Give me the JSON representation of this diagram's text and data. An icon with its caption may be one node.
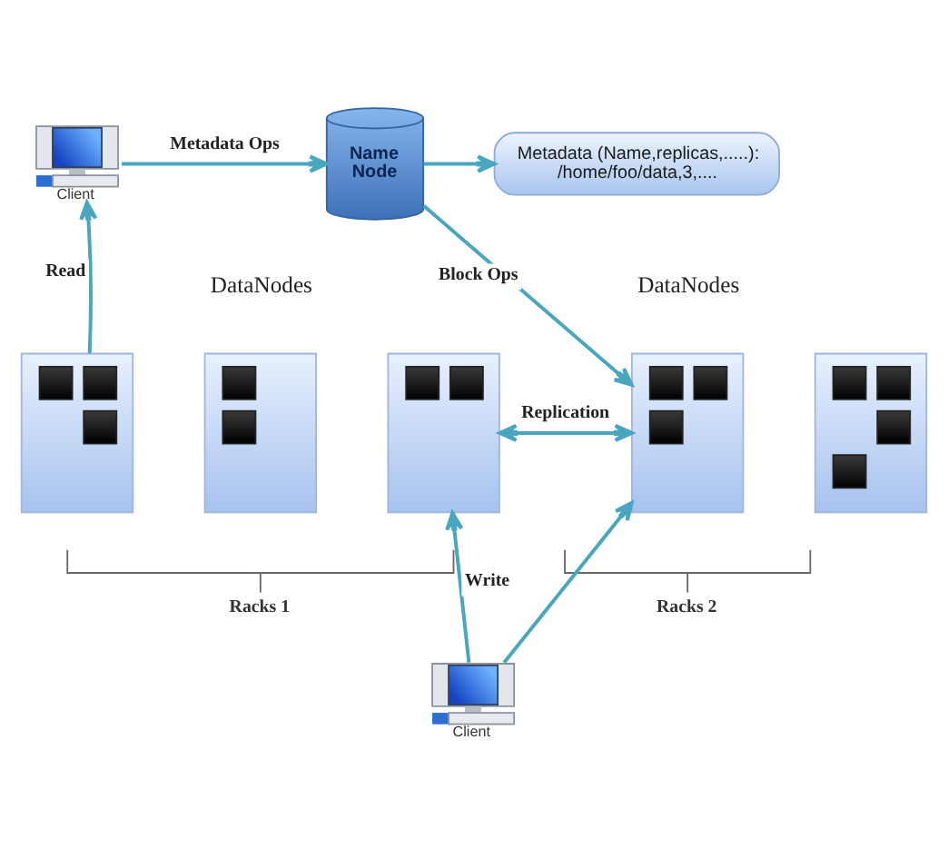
{
  "diagram": {
    "nodes": [
      {
        "text": [
          "Name Node"
        ]
      },
      {
        "text": [
          "Metadata (Name,replicas,.....): /home/foo/data,3,...."
        ]
      },
      {
        "text": [],
        "shape": "computer",
        "beside": [
          "Client"
        ]
      },
      {
        "text": [],
        "shape": "box"
      },
      {
        "text": [],
        "shape": "box"
      },
      {
        "text": [],
        "shape": "box"
      },
      {
        "text": [],
        "shape": "box"
      },
      {
        "text": [],
        "shape": "box"
      },
      {
        "text": [],
        "shape": "computer",
        "beside": [
          "Client"
        ]
      }
    ],
    "edges": [
      {
        "from": 2,
        "to": 0,
        "arrow": "to",
        "label": "Metadata Ops"
      },
      {
        "from": 0,
        "to": 1,
        "arrow": "to"
      },
      {
        "from": 0,
        "to": 6,
        "arrow": "to",
        "label": "Block Ops"
      },
      {
        "from": 3,
        "to": 2,
        "arrow": "to",
        "label": "Read"
      },
      {
        "from": 5,
        "to": 6,
        "arrow": "both",
        "label": "Replication"
      },
      {
        "from": 8,
        "to": 5,
        "arrow": "to",
        "label": "Write"
      },
      {
        "from": 8,
        "to": 6,
        "arrow": "to"
      }
    ],
    "labels": [
      "DataNodes",
      "DataNodes",
      "Racks 1",
      "Racks 2"
    ]
  }
}
